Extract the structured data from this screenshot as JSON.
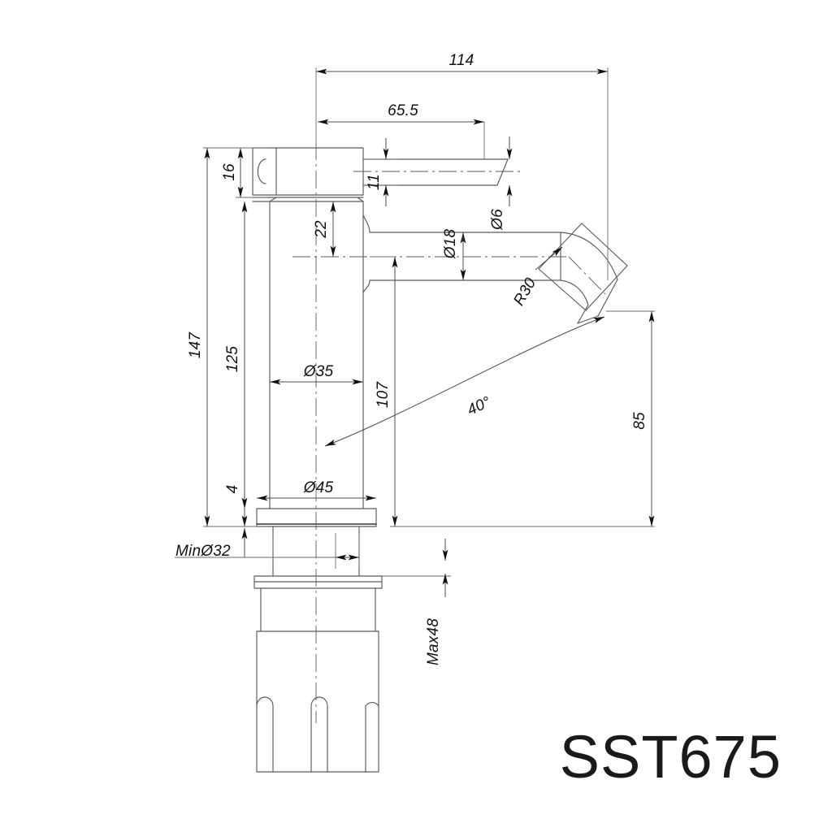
{
  "drawing": {
    "title": "SST675",
    "type": "technical-dimension-drawing",
    "subject": "basin mixer tap / faucet elevation",
    "units": "mm",
    "background_color": "#ffffff",
    "line_color": "#5a5a5a",
    "text_color": "#111111"
  },
  "dimensions": {
    "overall_reach": "114",
    "handle_reach": "65.5",
    "handle_thickness": "11",
    "handle_height": "16",
    "neck_offset": "22",
    "spout_outlet_dia": "Ø6",
    "spout_tube_dia": "Ø18",
    "bend_radius": "R30",
    "bend_angle": "40°",
    "overall_height": "147",
    "body_height": "125",
    "base_plate_thickness": "4",
    "body_dia": "Ø35",
    "base_dia": "Ø45",
    "spout_height": "107",
    "outlet_height": "85",
    "min_hole_dia": "MinØ32",
    "max_deck_thickness": "Max48"
  },
  "labels": [
    {
      "id": "d114",
      "text": "114",
      "orientation": "horizontal"
    },
    {
      "id": "d655",
      "text": "65.5",
      "orientation": "horizontal"
    },
    {
      "id": "d16",
      "text": "16",
      "orientation": "vertical"
    },
    {
      "id": "d11",
      "text": "11",
      "orientation": "vertical"
    },
    {
      "id": "d22",
      "text": "22",
      "orientation": "vertical"
    },
    {
      "id": "d6",
      "text": "Ø6",
      "orientation": "vertical"
    },
    {
      "id": "d18",
      "text": "Ø18",
      "orientation": "vertical"
    },
    {
      "id": "r30",
      "text": "R30",
      "orientation": "diagonal"
    },
    {
      "id": "a40",
      "text": "40°",
      "orientation": "diagonal"
    },
    {
      "id": "d147",
      "text": "147",
      "orientation": "vertical"
    },
    {
      "id": "d125",
      "text": "125",
      "orientation": "vertical"
    },
    {
      "id": "d35",
      "text": "Ø35",
      "orientation": "horizontal"
    },
    {
      "id": "d107",
      "text": "107",
      "orientation": "vertical"
    },
    {
      "id": "d4",
      "text": "4",
      "orientation": "vertical"
    },
    {
      "id": "d45",
      "text": "Ø45",
      "orientation": "horizontal"
    },
    {
      "id": "d85",
      "text": "85",
      "orientation": "vertical"
    },
    {
      "id": "dmin32",
      "text": "MinØ32",
      "orientation": "horizontal"
    },
    {
      "id": "dmax48",
      "text": "Max48",
      "orientation": "vertical"
    }
  ]
}
